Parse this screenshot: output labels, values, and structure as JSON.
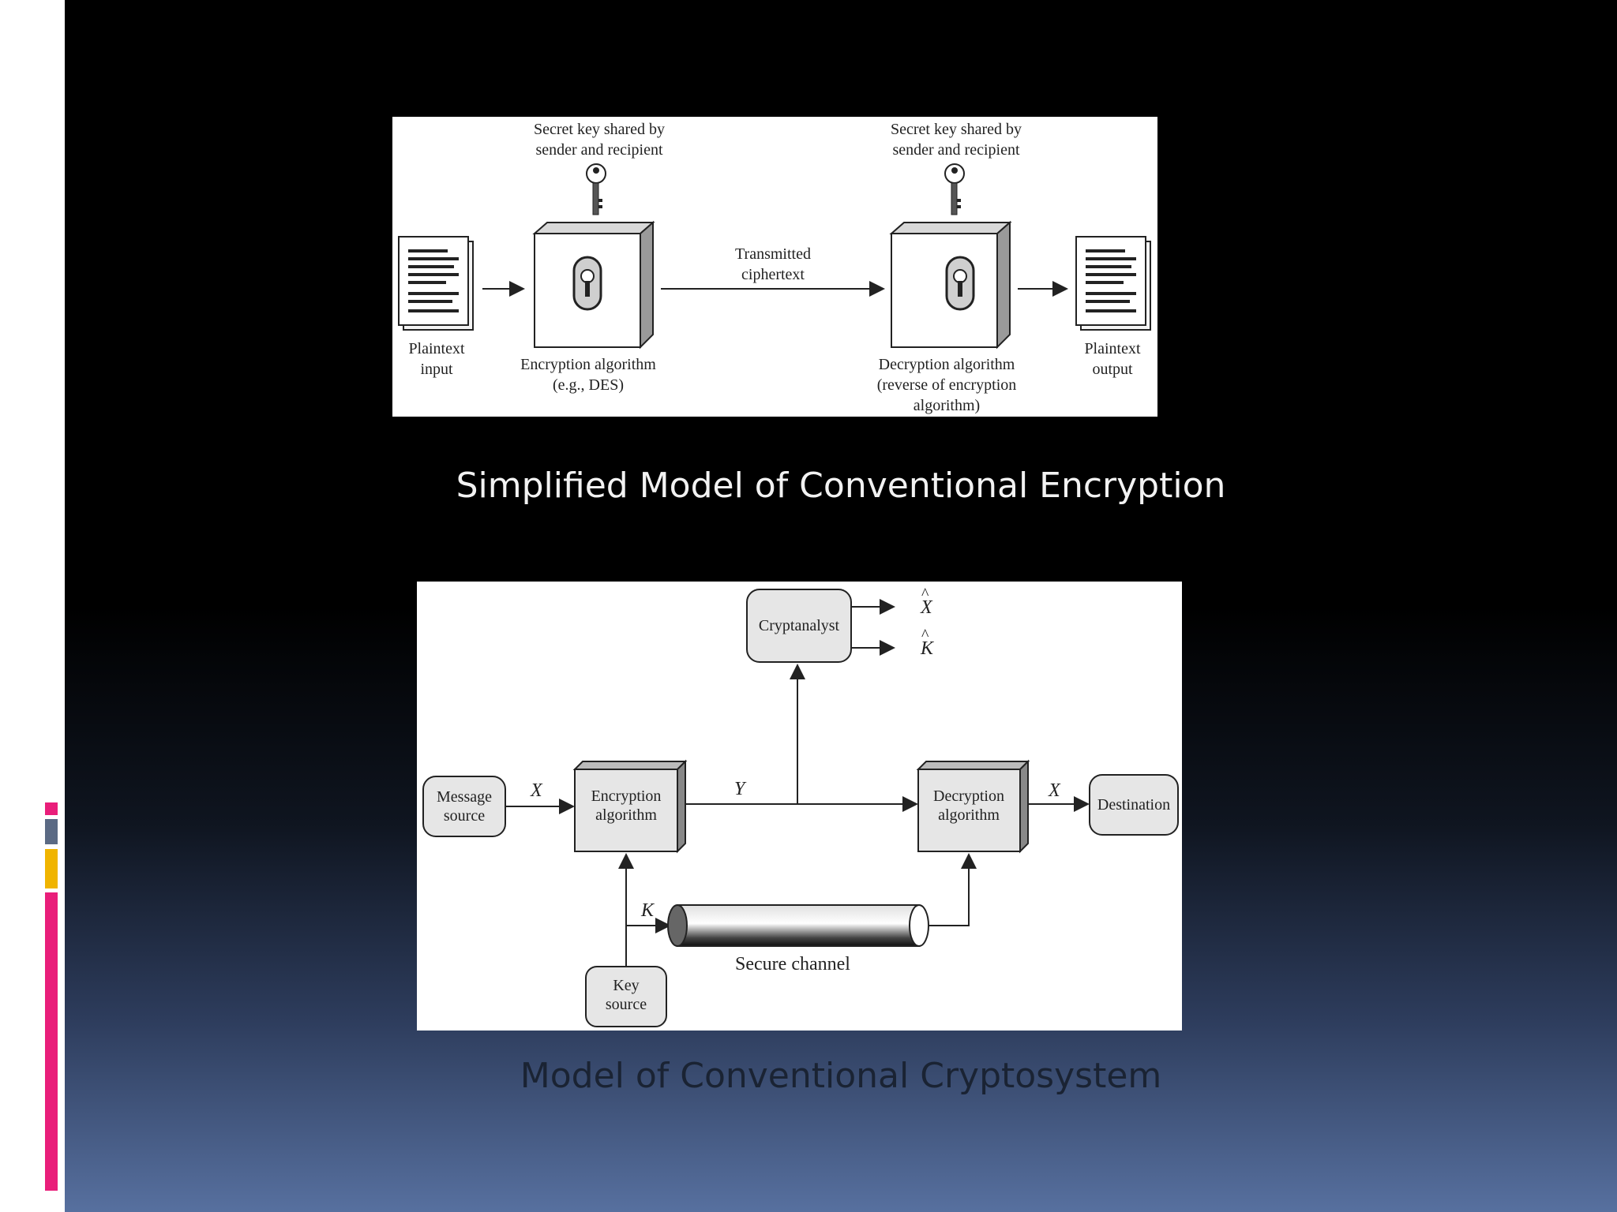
{
  "slide": {
    "diagram1": {
      "plaintext_input": [
        "Plaintext",
        "input"
      ],
      "encryption_algorithm": [
        "Encryption algorithm",
        "(e.g., DES)"
      ],
      "key_label_left": [
        "Secret key shared by",
        "sender and recipient"
      ],
      "transmitted": [
        "Transmitted",
        "ciphertext"
      ],
      "key_label_right": [
        "Secret key shared by",
        "sender and recipient"
      ],
      "decryption_algorithm": [
        "Decryption algorithm",
        "(reverse of encryption",
        "algorithm)"
      ],
      "plaintext_output": [
        "Plaintext",
        "output"
      ]
    },
    "caption1": "Simplified Model of Conventional Encryption",
    "diagram2": {
      "message_source": [
        "Message",
        "source"
      ],
      "encryption_algorithm": [
        "Encryption",
        "algorithm"
      ],
      "decryption_algorithm": [
        "Decryption",
        "algorithm"
      ],
      "destination": "Destination",
      "cryptanalyst": "Cryptanalyst",
      "key_source": [
        "Key",
        "source"
      ],
      "secure_channel": "Secure channel",
      "label_x_in": "X",
      "label_y": "Y",
      "label_x_out": "X",
      "label_k": "K",
      "label_x_hat": "X",
      "label_k_hat": "K"
    },
    "caption2": "Model of Conventional Cryptosystem"
  },
  "colors": {
    "accent_pink": "#e91e7a",
    "accent_gray": "#5b6a84",
    "accent_gold": "#f0b400"
  }
}
